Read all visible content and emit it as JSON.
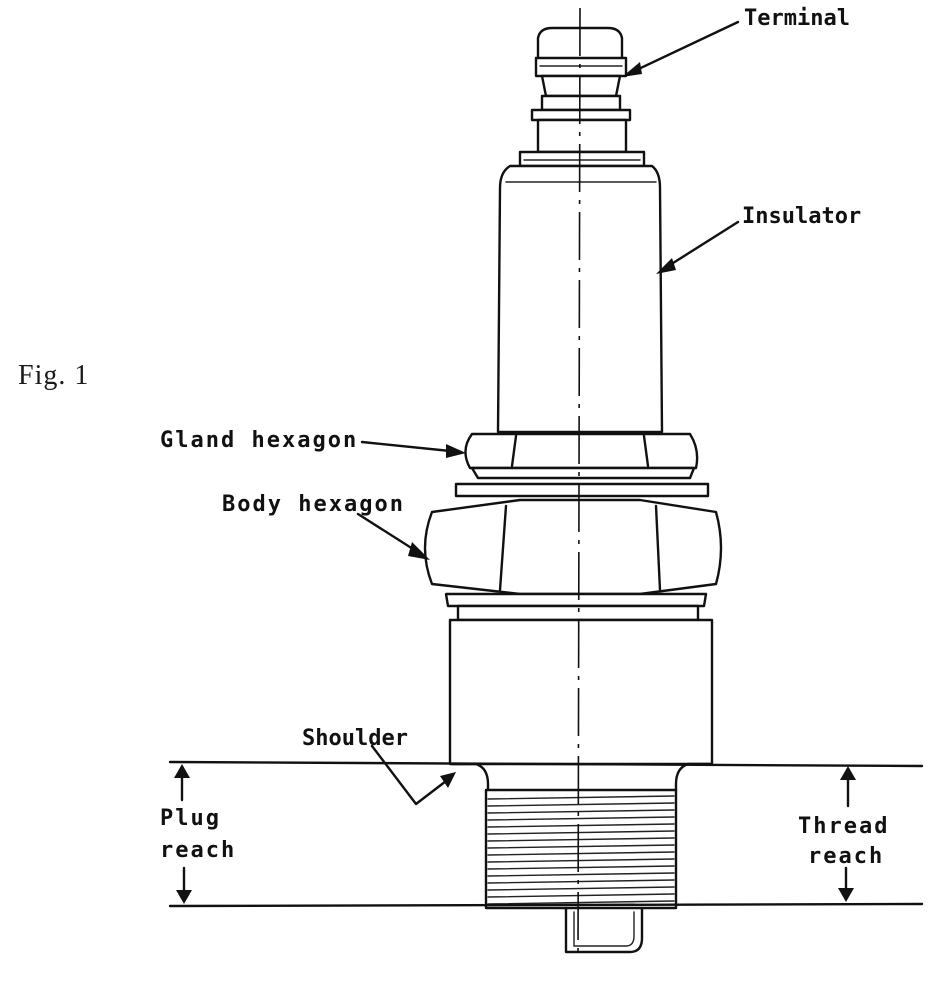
{
  "figure": {
    "label": "Fig. 1",
    "callouts": {
      "terminal": "Terminal",
      "insulator": "Insulator",
      "gland_hexagon": "Gland hexagon",
      "body_hexagon": "Body hexagon",
      "shoulder": "Shoulder",
      "plug_reach": [
        "Plug",
        "reach"
      ],
      "thread_reach": [
        "Thread",
        "reach"
      ]
    }
  }
}
